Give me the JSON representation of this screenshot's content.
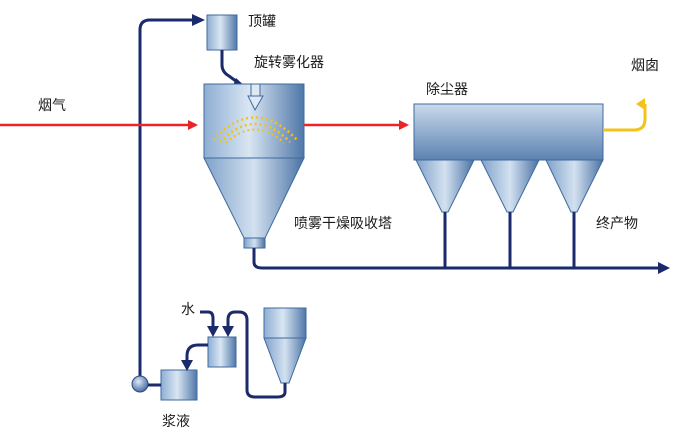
{
  "labels": {
    "top_tank": "顶罐",
    "rotary_atomizer": "旋转雾化器",
    "flue_gas": "烟气",
    "dust_collector": "除尘器",
    "chimney": "烟囱",
    "spray_tower": "喷雾干燥吸收塔",
    "end_product": "终产物",
    "water": "水",
    "slurry": "浆液"
  },
  "colors": {
    "flue_gas_line": "#e8262a",
    "exhaust_line": "#f2c318",
    "pipe": "#1b2a6b",
    "vessel_light": "#b8cde3",
    "vessel_dark": "#3f6a9e",
    "atomizer_spray": "#f2c318"
  }
}
